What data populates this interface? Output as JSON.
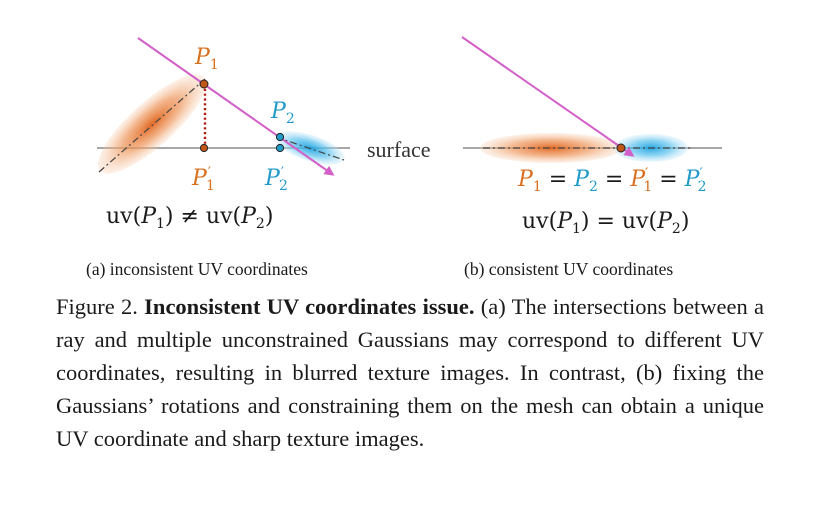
{
  "figure": {
    "panel_a": {
      "p1": "P",
      "p1_sub": "1",
      "p2": "P",
      "p2_sub": "2",
      "p1p": "P",
      "p1p_sub": "1",
      "p1p_sup": "′",
      "p2p": "P",
      "p2p_sub": "2",
      "p2p_sup": "′",
      "eq_uv1": "uv(",
      "eq_p1": "P",
      "eq_sub1": "1",
      "eq_mid": ") ≠ uv(",
      "eq_p2": "P",
      "eq_sub2": "2",
      "eq_end": ")",
      "subcaption": "(a) inconsistent UV coordinates"
    },
    "surface_label": "surface",
    "panel_b": {
      "eq1_p1": "P",
      "eq1_s1": "1",
      "eq1_eq1": " = ",
      "eq1_p2": "P",
      "eq1_s2": "2",
      "eq1_eq2": " = ",
      "eq1_p1p": "P",
      "eq1_s3": "1",
      "eq1_sup3": "′",
      "eq1_eq3": " = ",
      "eq1_p2p": "P",
      "eq1_s4": "2",
      "eq1_sup4": "′",
      "eq_uv1": "uv(",
      "eq_p1": "P",
      "eq_sub1": "1",
      "eq_mid": ") = uv(",
      "eq_p2": "P",
      "eq_sub2": "2",
      "eq_end": ")",
      "subcaption": "(b) consistent UV coordinates"
    },
    "colors": {
      "orange": "#d9701f",
      "blue": "#1f9ac9",
      "ray": "#d35fc9",
      "dotted": "#b01a10",
      "surface": "#8a8a8a"
    }
  },
  "caption": {
    "label": "Figure 2.",
    "title": "Inconsistent UV coordinates issue.",
    "body": "(a) The intersections between a ray and multiple unconstrained Gaussians may correspond to different UV coordinates, resulting in blurred texture images. In contrast, (b) fixing the Gaussians’ rotations and constraining them on the mesh can obtain a unique UV coordinate and sharp texture images."
  }
}
